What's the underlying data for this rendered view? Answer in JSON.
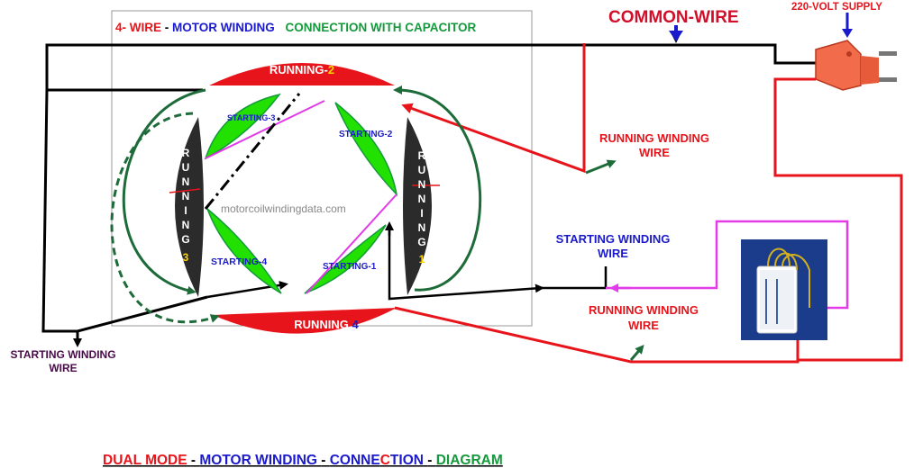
{
  "title": {
    "part1": "4- WIRE",
    "sep1": " - ",
    "part2": "MOTOR WINDING",
    "part3": "CONNECTION WITH CAPACITOR"
  },
  "labels": {
    "common_wire": "COMMON-WIRE",
    "supply": "220-VOLT SUPPLY",
    "running_winding_wire_1_line1": "RUNNING WINDING",
    "running_winding_wire_1_line2": "WIRE",
    "running_winding_wire_2_line1": "RUNNING WINDING",
    "running_winding_wire_2_line2": "WIRE",
    "starting_winding_wire_right_line1": "STARTING WINDING",
    "starting_winding_wire_right_line2": "WIRE",
    "starting_winding_wire_left_line1": "STARTING WINDING",
    "starting_winding_wire_left_line2": "WIRE",
    "watermark": "motorcoilwindingdata.com"
  },
  "windings": {
    "running_2_text": "RUNNING-",
    "running_2_num": "2",
    "running_4_text": "RUNNING ",
    "running_4_num": "4",
    "running_3_letters": [
      "R",
      "U",
      "N",
      "N",
      "I",
      "N",
      "G"
    ],
    "running_3_num": "3",
    "running_1_letters": [
      "R",
      "U",
      "N",
      "N",
      "I",
      "N",
      "G"
    ],
    "running_1_num": "1",
    "starting_1": "STARTING-1",
    "starting_2": "STARTING-2",
    "starting_3": "STARTING-3",
    "starting_4": "STARTING-4"
  },
  "footer": {
    "w1": "DUAL MODE",
    "s1": " - ",
    "w2": "MOTOR WINDING",
    "s2": " - ",
    "w3a": "CONNE",
    "w3b": "C",
    "w3c": "TION",
    "s3": " - ",
    "w4": "DIAGRAM"
  },
  "colors": {
    "red": "#e8141b",
    "blue": "#1a1acc",
    "green": "#149a3c",
    "dark_green": "#1e6b3a",
    "magenta": "#e23be8",
    "lime": "#22e000",
    "dark_coil": "#2b2b2b",
    "purple": "#4a0a4a"
  }
}
